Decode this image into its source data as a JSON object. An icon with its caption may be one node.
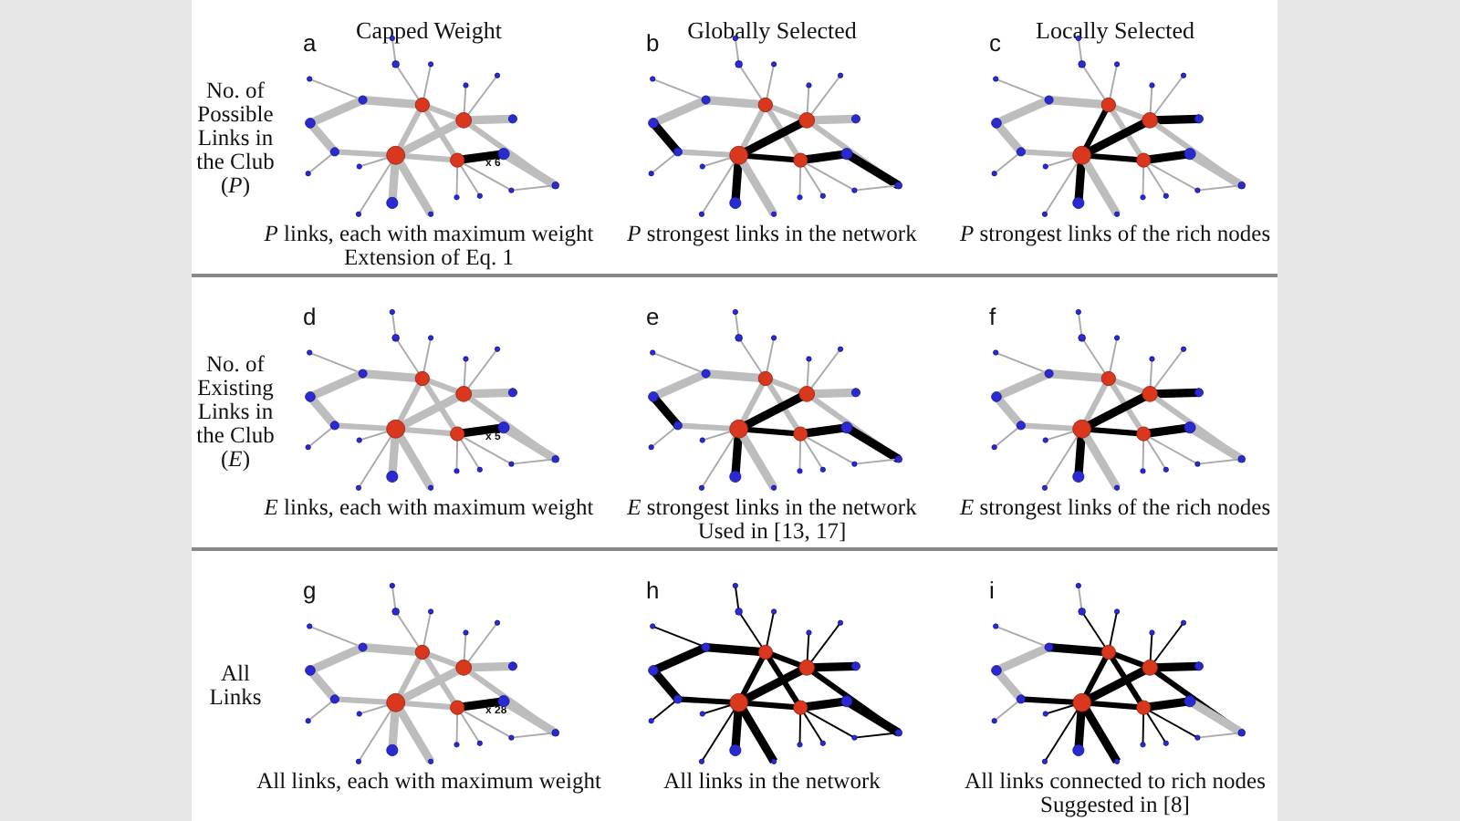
{
  "diagram": {
    "labels": [
      "Capped Weight",
      "Globally Selected",
      "Locally Selected",
      "No. of Possible Links in the Club (*P*)",
      "a",
      "b",
      "c",
      "x 6",
      "*P* links, each with maximum weight",
      "Extension of Eq. 1",
      "*P* strongest links in the network",
      "*P* strongest links of the rich nodes",
      "No. of Existing Links in the Club (*E*)",
      "d",
      "e",
      "f",
      "x 5",
      "*E* links, each with maximum weight",
      "*E* strongest links in the network",
      "Used in [13, 17]",
      "*E* strongest links of the rich nodes",
      "All Links",
      "g",
      "h",
      "i",
      "x 28",
      "All links, each with maximum weight",
      "All links in the network",
      "All links connected to rich nodes",
      "Suggested in [8]"
    ]
  }
}
